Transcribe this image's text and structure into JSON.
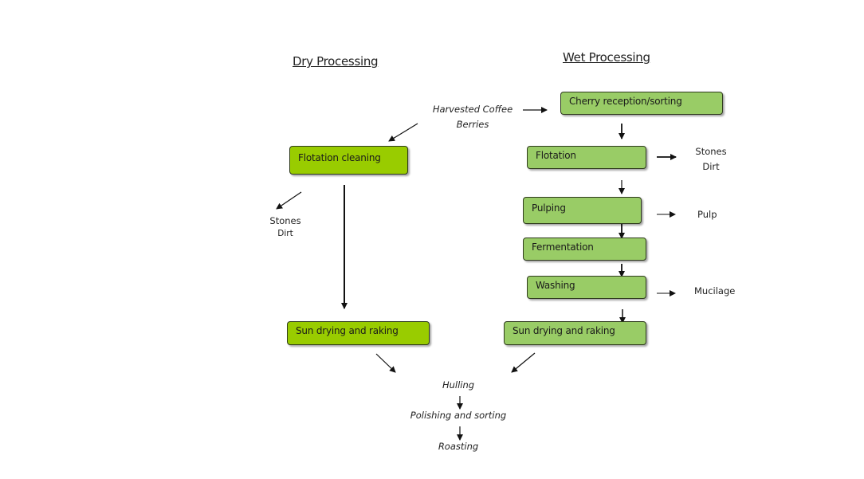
{
  "headings": {
    "dry": "Dry Processing",
    "wet": "Wet Processing"
  },
  "source": {
    "line1": "Harvested Coffee",
    "line2": "Berries"
  },
  "dry_steps": [
    {
      "label": "Flotation cleaning"
    },
    {
      "label": "Sun drying and raking"
    }
  ],
  "dry_byproducts": {
    "line1": "Stones",
    "line2": "Dirt"
  },
  "wet_steps": [
    {
      "label": "Cherry reception/sorting"
    },
    {
      "label": "Flotation"
    },
    {
      "label": "Pulping"
    },
    {
      "label": "Fermentation"
    },
    {
      "label": "Washing"
    },
    {
      "label": "Sun drying and raking"
    }
  ],
  "wet_byproducts": {
    "flotation": {
      "line1": "Stones",
      "line2": "Dirt"
    },
    "pulping": "Pulp",
    "washing": "Mucilage"
  },
  "final_steps": [
    {
      "label": "Hulling"
    },
    {
      "label": "Polishing and sorting"
    },
    {
      "label": "Roasting"
    }
  ],
  "colors": {
    "dry_box": "#99cc00",
    "wet_box": "#99cc66",
    "border": "#2f3a1e"
  }
}
